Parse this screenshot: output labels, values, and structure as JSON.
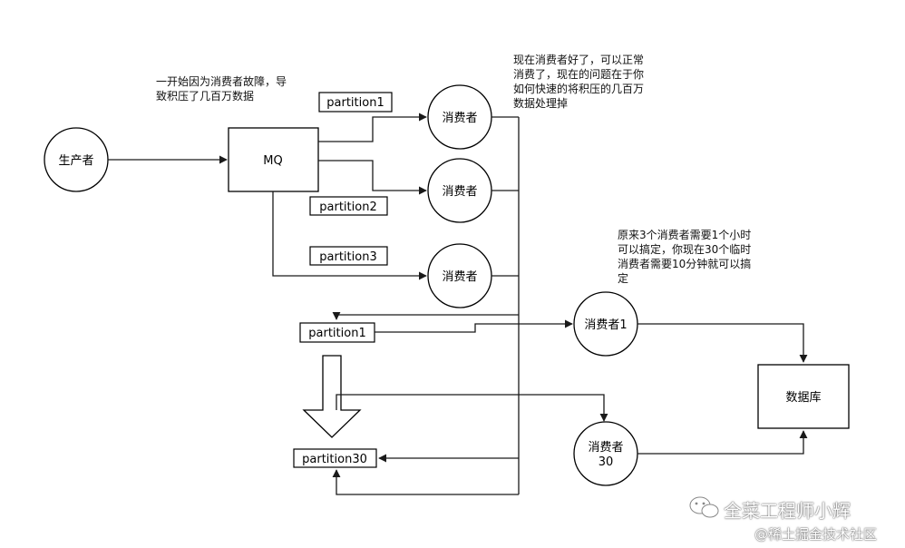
{
  "nodes": {
    "producer": "生产者",
    "mq": "MQ",
    "consumer_a": "消费者",
    "consumer_b": "消费者",
    "consumer_c": "消费者",
    "consumer_1": "消费者1",
    "consumer_30_line1": "消费者",
    "consumer_30_line2": "30",
    "database": "数据库"
  },
  "partitions": {
    "p1_top": "partition1",
    "p2": "partition2",
    "p3": "partition3",
    "p1_new": "partition1",
    "p30": "partition30"
  },
  "notes": {
    "note1": [
      "一开始因为消费者故障，导",
      "致积压了几百万数据"
    ],
    "note2": [
      "现在消费者好了，可以正常",
      "消费了，现在的问题在于你",
      "如何快速的将积压的几百万",
      "数据处理掉"
    ],
    "note3": [
      "原来3个消费者需要1个小时",
      "可以搞定，你现在30个临时",
      "消费者需要10分钟就可以搞",
      "定"
    ]
  },
  "watermark": {
    "brand": "全菜工程师小辉",
    "site": "@稀土掘金技术社区"
  }
}
